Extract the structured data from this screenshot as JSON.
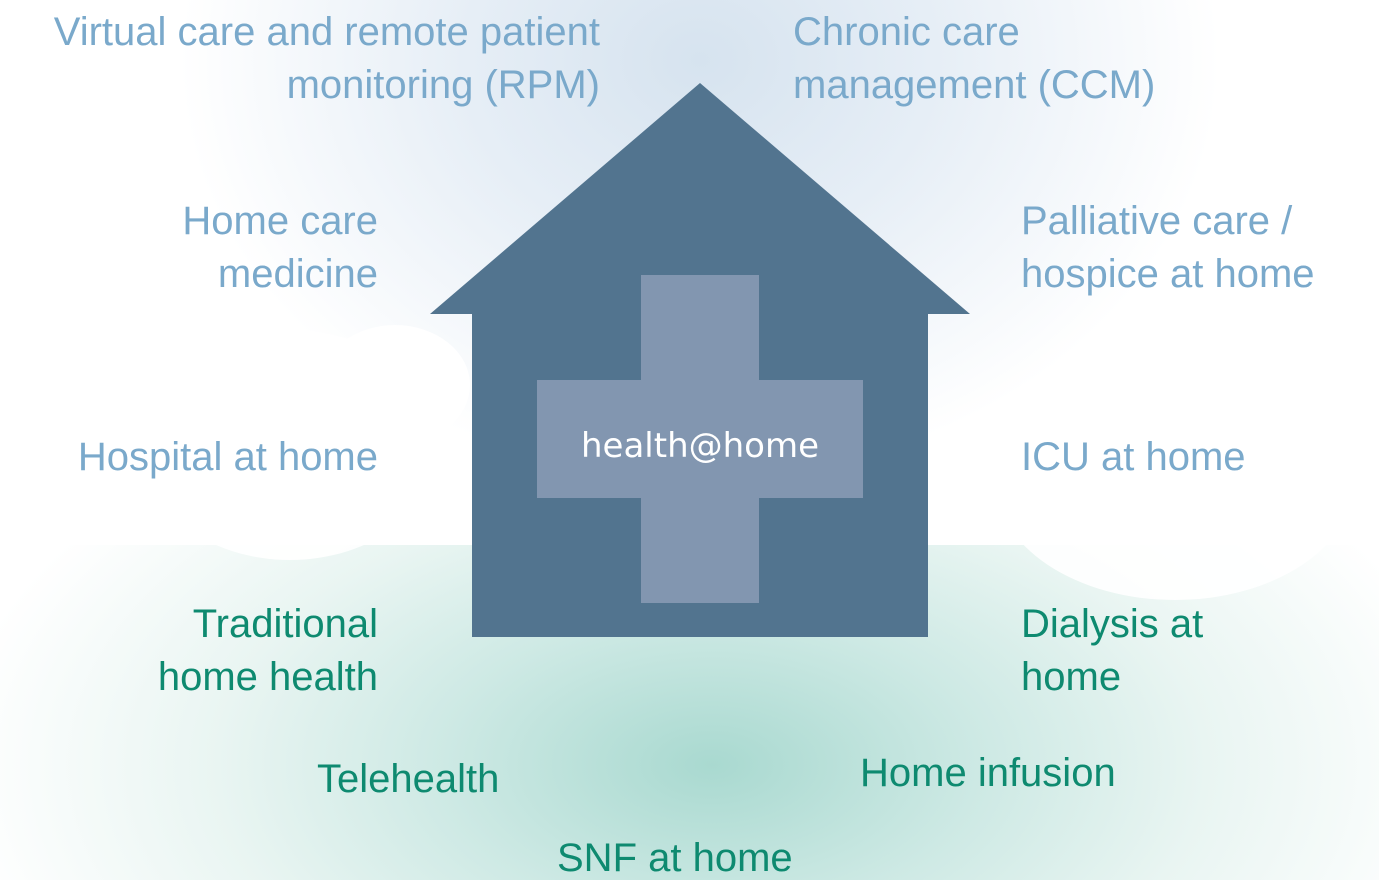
{
  "center_label": "health@home",
  "labels": {
    "virtual_care": "Virtual care and remote patient monitoring (RPM)",
    "chronic_care": "Chronic care management (CCM)",
    "home_care_medicine": "Home care medicine",
    "palliative_care": "Palliative care / hospice at home",
    "hospital_at_home": "Hospital at home",
    "icu_at_home": "ICU at home",
    "traditional_home_health": "Traditional home health",
    "dialysis_at_home": "Dialysis at home",
    "telehealth": "Telehealth",
    "home_infusion": "Home infusion",
    "snf_at_home": "SNF at home"
  },
  "colors": {
    "house": "#52748f",
    "cross": "#8296b0",
    "sky_label": "#7aa9cb",
    "ground_label": "#0e8a70"
  }
}
